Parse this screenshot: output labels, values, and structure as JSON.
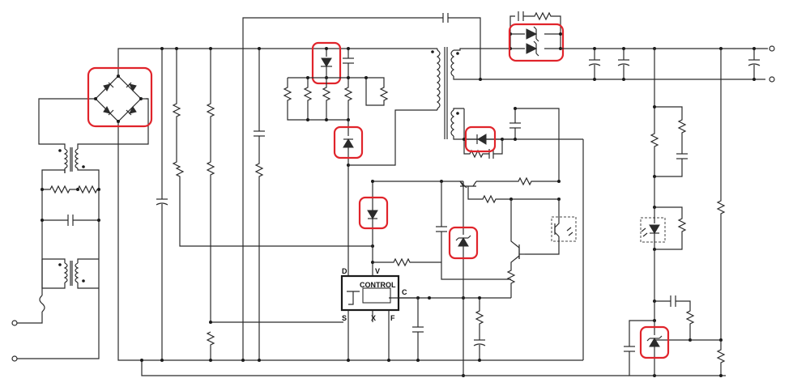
{
  "controller": {
    "label": "CONTROL",
    "pins": {
      "D": "D",
      "V": "V",
      "C": "C",
      "S": "S",
      "X": "X",
      "F": "F"
    }
  },
  "colors": {
    "wire": "#2b2b2b",
    "highlight": "#e0242b",
    "background": "#ffffff"
  },
  "highlighted_components": [
    "bridge-rectifier",
    "clamp-zener",
    "blocking-diode",
    "output-rectifier-diodes",
    "bias-rectifier-diode",
    "bias-diode",
    "v-pin-diode",
    "zener-diode-feedback",
    "zener-diode-output"
  ]
}
